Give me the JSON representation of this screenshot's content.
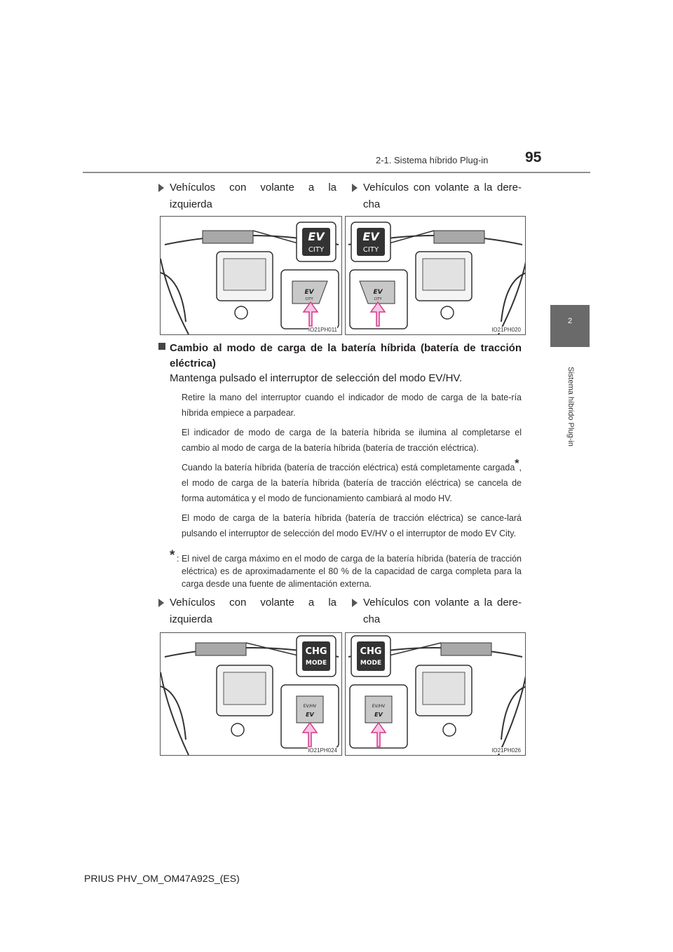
{
  "header": {
    "section": "2-1. Sistema híbrido Plug-in",
    "page_number": "95"
  },
  "side_tab": {
    "number": "2",
    "label": "Sistema híbrido Plug-in"
  },
  "top_columns": {
    "left": "Vehículos con volante a la izquierda",
    "right": "Vehículos con volante a la dere-cha"
  },
  "figures_top": {
    "left_code": "IO21PH011",
    "right_code": "IO21PH020",
    "button_line1": "EV",
    "button_line2": "CITY"
  },
  "section_heading": "Cambio al modo de carga de la batería híbrida (batería de tracción eléctrica)",
  "main_instruction": "Mantenga pulsado el interruptor de selección del modo EV/HV.",
  "notes": [
    "Retire la mano del interruptor cuando el indicador de modo de carga de la bate-ría híbrida empiece a parpadear.",
    "El indicador de modo de carga de la batería híbrida se ilumina al completarse el cambio al modo de carga de la batería híbrida (batería de tracción eléctrica).",
    "El modo de carga de la batería híbrida (batería de tracción eléctrica) se cance-lará pulsando el interruptor de selección del modo EV/HV o el interruptor de modo EV City."
  ],
  "note_battery": {
    "before_star": "Cuando la batería híbrida (batería de tracción eléctrica) está completamente cargada",
    "star": "*",
    "after_star": ", el modo de carga de la batería híbrida (batería de tracción eléctrica) se cancela de forma automática y el modo de funcionamiento cambiará al modo HV."
  },
  "footnote": {
    "star": "*",
    "colon": ":",
    "text": "El nivel de carga máximo en el modo de carga de la batería híbrida (batería de tracción eléctrica) es de aproximadamente el 80 % de la capacidad de carga completa para la carga desde una fuente de alimentación externa."
  },
  "bottom_columns": {
    "left": "Vehículos con volante a la izquierda",
    "right": "Vehículos con volante a la dere-cha"
  },
  "figures_bottom": {
    "left_code": "IO21PH024",
    "right_code": "IO21PH026",
    "button_line1": "CHG",
    "button_line2": "MODE",
    "switch_top": "EV/HV",
    "switch_bottom": "EV"
  },
  "footer": {
    "document_ref": "PRIUS PHV_OM_OM47A92S_(ES)"
  }
}
